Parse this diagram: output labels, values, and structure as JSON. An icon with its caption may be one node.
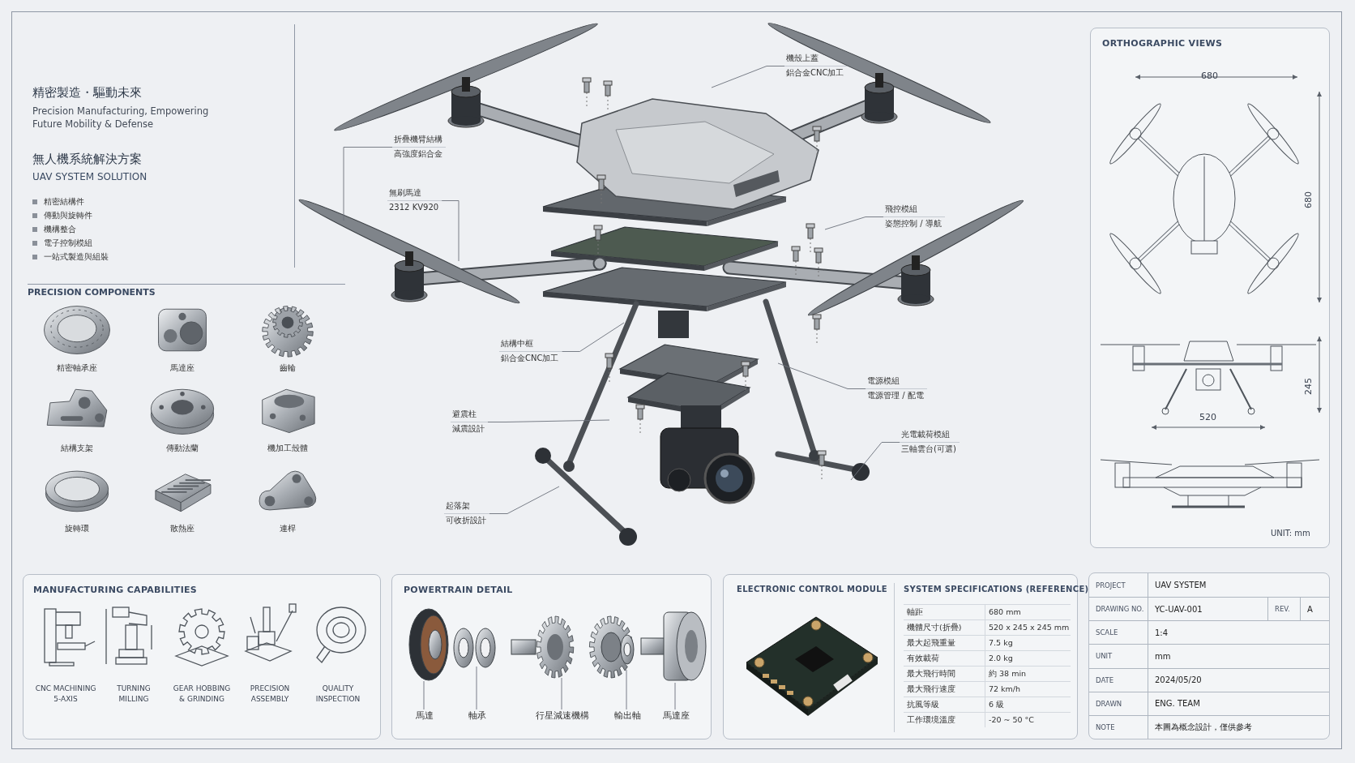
{
  "diagram": {
    "nodes": [
      {
        "text": [
          "ORTHOGRAPHIC VIEWS"
        ]
      },
      {
        "text": [
          "MANUFACTURING CAPABILITIES"
        ]
      },
      {
        "text": [
          "POWERTRAIN DETAIL"
        ]
      },
      {
        "text": [
          "ELECTRONIC CONTROL MODULE",
          "SYSTEM SPECIFICATIONS (REFERENCE)"
        ]
      },
      {
        "text": [],
        "shape": "box"
      },
      {
        "text": [
          "機殼上蓋",
          "鋁合金CNC加工"
        ]
      },
      {
        "text": [
          "折疊機臂結構",
          "高強度鋁合金"
        ]
      },
      {
        "text": [
          "無刷馬達",
          "2312 KV920"
        ]
      },
      {
        "text": [
          "飛控模組",
          "姿態控制 / 導航"
        ]
      },
      {
        "text": [
          "結構中框",
          "鋁合金CNC加工"
        ]
      },
      {
        "text": [
          "電源模組",
          "電源管理 / 配電"
        ]
      },
      {
        "text": [
          "避震柱",
          "減震設計"
        ]
      },
      {
        "text": [
          "光電載荷模組",
          "三軸雲台(可選)"
        ]
      },
      {
        "text": [
          "起落架",
          "可收折設計"
        ]
      },
      {
        "text": [
          "馬達"
        ],
        "in": 2
      },
      {
        "text": [
          "軸承"
        ],
        "in": 2
      },
      {
        "text": [
          "行星減速機構"
        ],
        "in": 2
      },
      {
        "text": [
          "輸出軸"
        ],
        "in": 2
      },
      {
        "text": [
          "馬達座"
        ],
        "in": 2
      }
    ],
    "edges": [
      {
        "from": 5,
        "to": null,
        "arrow": "none"
      },
      {
        "from": 6,
        "to": null,
        "arrow": "none"
      },
      {
        "from": 7,
        "to": null,
        "arrow": "none"
      },
      {
        "from": 8,
        "to": null,
        "arrow": "none"
      },
      {
        "from": 9,
        "to": null,
        "arrow": "none"
      },
      {
        "from": 10,
        "to": null,
        "arrow": "none"
      },
      {
        "from": 11,
        "to": null,
        "arrow": "none"
      },
      {
        "from": 12,
        "to": null,
        "arrow": "none"
      },
      {
        "from": 13,
        "to": null,
        "arrow": "none"
      },
      {
        "from": 14,
        "to": null,
        "arrow": "none"
      },
      {
        "from": 15,
        "to": null,
        "arrow": "none"
      },
      {
        "from": 16,
        "to": null,
        "arrow": "none"
      },
      {
        "from": 17,
        "to": null,
        "arrow": "none"
      },
      {
        "from": 18,
        "to": null,
        "arrow": "none"
      }
    ],
    "labels": [
      "精密製造・驅動未來",
      "Precision Manufacturing, Empowering Future Mobility & Defense",
      "無人機系統解決方案",
      "UAV SYSTEM SOLUTION",
      "精密結構件",
      "傳動與旋轉件",
      "機構整合",
      "電子控制模組",
      "一站式製造與組裝",
      "PRECISION COMPONENTS",
      "精密軸承座",
      "馬達座",
      "齒輪",
      "結構支架",
      "傳動法蘭",
      "機加工殼體",
      "旋轉環",
      "散熱座",
      "連桿",
      "CNC MACHINING 5-AXIS",
      "TURNING MILLING",
      "GEAR HOBBING & GRINDING",
      "PRECISION ASSEMBLY",
      "QUALITY INSPECTION",
      "680",
      "680",
      "245",
      "520",
      "UNIT: mm",
      "軸距",
      "680 mm",
      "機體尺寸(折疊)",
      "520 x 245 x 245 mm",
      "最大起飛重量",
      "7.5 kg",
      "有效載荷",
      "2.0 kg",
      "最大飛行時間",
      "約 38 min",
      "最大飛行速度",
      "72 km/h",
      "抗風等級",
      "6 級",
      "工作環境溫度",
      "-20 ~ 50 °C",
      "PROJECT",
      "UAV SYSTEM",
      "DRAWING NO.",
      "YC-UAV-001",
      "REV.",
      "A",
      "SCALE",
      "1:4",
      "UNIT",
      "mm",
      "DATE",
      "2024/05/20",
      "DRAWN",
      "ENG. TEAM",
      "NOTE",
      "本圖為概念設計，僅供參考"
    ]
  }
}
